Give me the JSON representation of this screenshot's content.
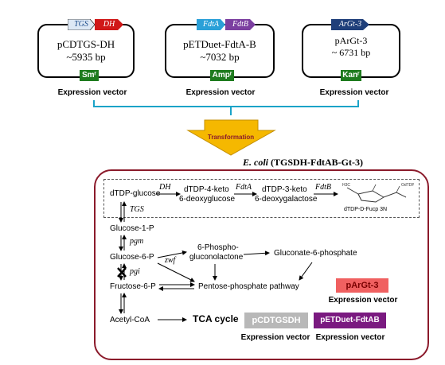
{
  "plasmids": [
    {
      "name": "pCDTGS-DH",
      "size": "~5935 bp",
      "marker": "Smʳ",
      "genes": [
        "TGS",
        "DH"
      ]
    },
    {
      "name": "pETDuet-FdtA-B",
      "size": "~7032 bp",
      "marker": "Ampʳ",
      "genes": [
        "FdtA",
        "FdtB"
      ]
    },
    {
      "name": "pArGt-3",
      "size": "~ 6731 bp",
      "marker": "Kanʳ",
      "genes": [
        "ArGt-3"
      ]
    }
  ],
  "expression_vector_label": "Expression vector",
  "transformation_label": "Transformation",
  "strain": {
    "italic": "E. coli",
    "rest": " (TGSDH-FdtAB-Gt-3)"
  },
  "pathway": {
    "dtdp_glucose": "dTDP-glucose",
    "dh": "DH",
    "keto1_a": "dTDP-4-keto",
    "keto1_b": "6-deoxyglucose",
    "fdta": "FdtA",
    "keto2_a": "dTDP-3-keto",
    "keto2_b": "6-deoxygalactose",
    "fdtb": "FdtB",
    "product": "dTDP-D-Fucp 3N",
    "tgs": "TGS",
    "glucose1p": "Glucose-1-P",
    "pgm": "pgm",
    "glucose6p": "Glucose-6-P",
    "zwf": "zwf",
    "phospho_a": "6-Phospho-",
    "phospho_b": "gluconolactone",
    "gluconate": "Gluconate-6-phosphate",
    "pgi": "pgi",
    "ppp": "Pentose-phosphate pathway",
    "fructose6p": "Fructose-6-P",
    "acetylcoa": "Acetyl-CoA",
    "tca": "TCA cycle"
  },
  "vector_boxes": {
    "pargt": "pArGt-3",
    "pcdtgsdh": "pCDTGSDH",
    "petduet": "pETDuet-FdtAB"
  },
  "colors": {
    "tgs": "#dde8f5",
    "dh": "#d01818",
    "fdta": "#2aa0d8",
    "fdtb": "#7b3fa0",
    "argt": "#1f3f7a",
    "marker": "#1e7b1e",
    "bracket": "#1aa3c8",
    "arrow": "#f5b800",
    "cell": "#8b1a2b",
    "pargt_box": "#f06060",
    "pcdtgsdh_box": "#b8b8b8",
    "petduet_box": "#7a1a80"
  }
}
